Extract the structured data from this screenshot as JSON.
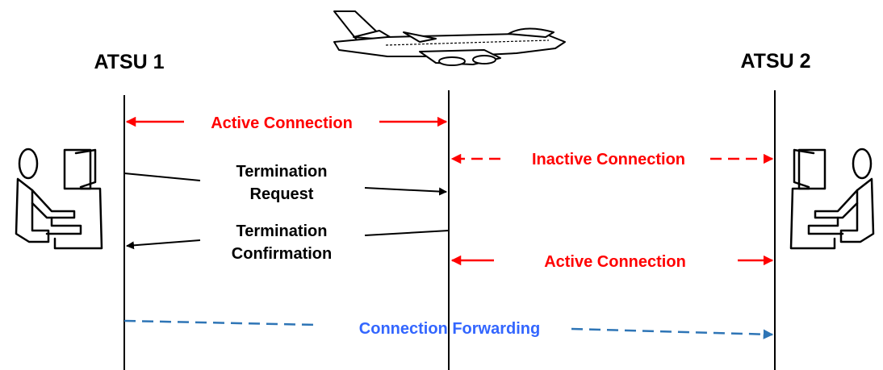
{
  "labels": {
    "atsu1": "ATSU 1",
    "atsu2": "ATSU 2",
    "active_connection_top": "Active Connection",
    "inactive_connection": "Inactive Connection",
    "termination_request_line1": "Termination",
    "termination_request_line2": "Request",
    "termination_confirmation_line1": "Termination",
    "termination_confirmation_line2": "Confirmation",
    "active_connection_bottom": "Active Connection",
    "connection_forwarding": "Connection Forwarding"
  },
  "icons": {
    "aircraft": "airplane-icon",
    "controller_left": "controller-workstation-icon",
    "controller_right": "controller-workstation-icon"
  },
  "colors": {
    "red": "#ff0000",
    "blue": "#2e75b6",
    "black": "#000000",
    "text_blue": "#3366ff"
  }
}
